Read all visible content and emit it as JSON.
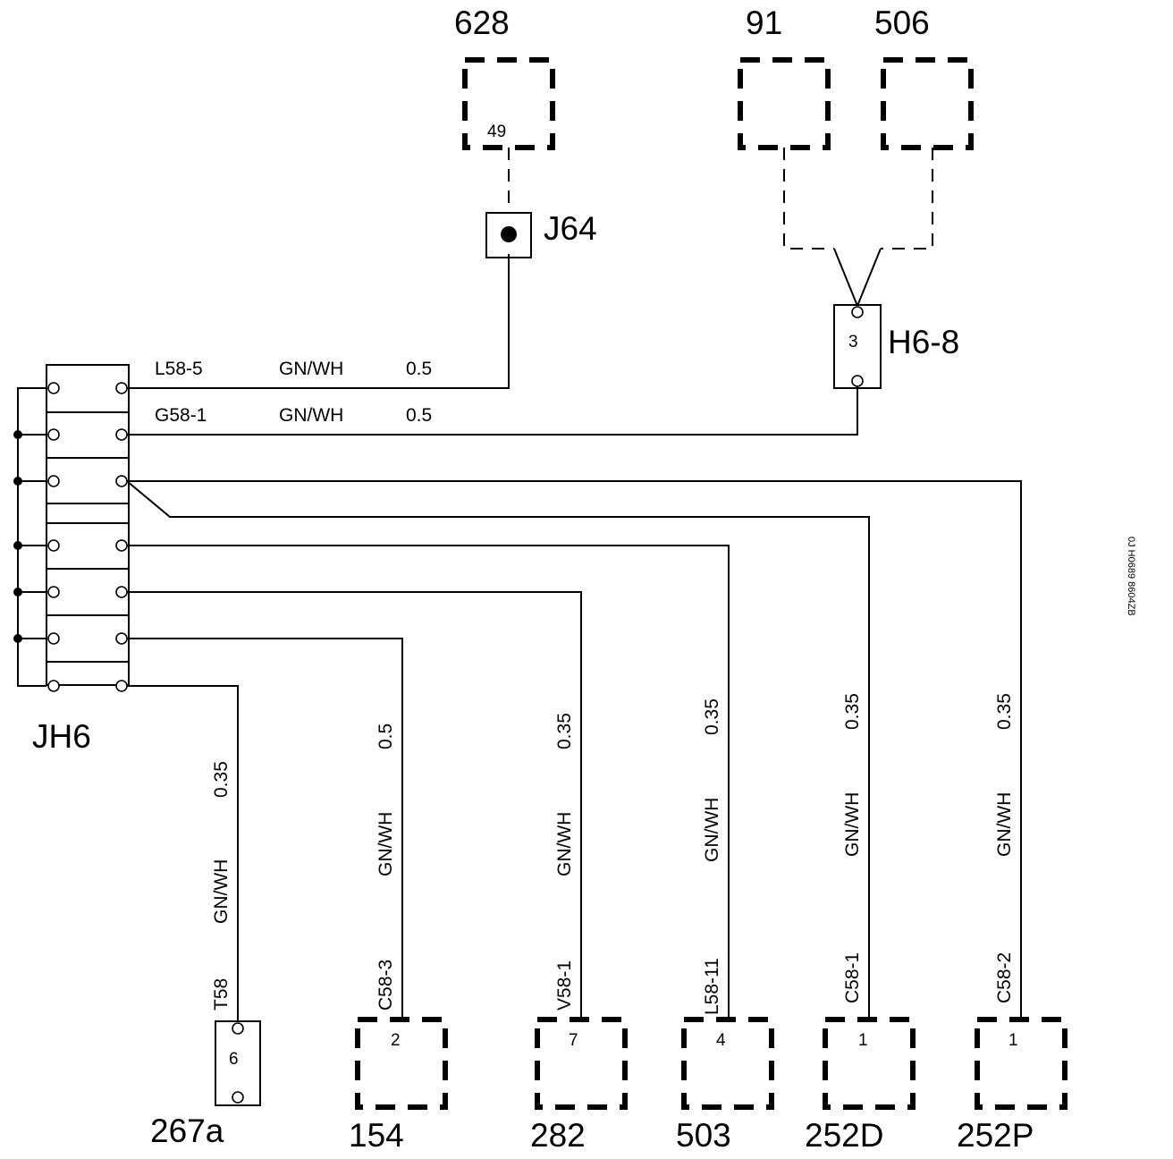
{
  "components": {
    "c628": {
      "name": "628",
      "pin": "49"
    },
    "c91": {
      "name": "91"
    },
    "c506": {
      "name": "506"
    },
    "c154": {
      "name": "154",
      "pin": "2"
    },
    "c282": {
      "name": "282",
      "pin": "7"
    },
    "c503": {
      "name": "503",
      "pin": "4"
    },
    "c252d": {
      "name": "252D",
      "pin": "1"
    },
    "c252p": {
      "name": "252P",
      "pin": "1"
    }
  },
  "connectors": {
    "j64": {
      "name": "J64"
    },
    "h68": {
      "name": "H6-8",
      "pin": "3"
    },
    "c267a": {
      "name": "267a",
      "pin": "6"
    },
    "jh6": {
      "name": "JH6"
    }
  },
  "wires": [
    {
      "id": "L58-5",
      "color": "GN/WH",
      "size": "0.5"
    },
    {
      "id": "G58-1",
      "color": "GN/WH",
      "size": "0.5"
    },
    {
      "id": "T58",
      "color": "GN/WH",
      "size": "0.35"
    },
    {
      "id": "C58-3",
      "color": "GN/WH",
      "size": "0.5"
    },
    {
      "id": "V58-1",
      "color": "GN/WH",
      "size": "0.35"
    },
    {
      "id": "L58-11",
      "color": "GN/WH",
      "size": "0.35"
    },
    {
      "id": "C58-1",
      "color": "GN/WH",
      "size": "0.35"
    },
    {
      "id": "C58-2",
      "color": "GN/WH",
      "size": "0.35"
    }
  ],
  "doc_code": "0J H0689 8604ZB"
}
